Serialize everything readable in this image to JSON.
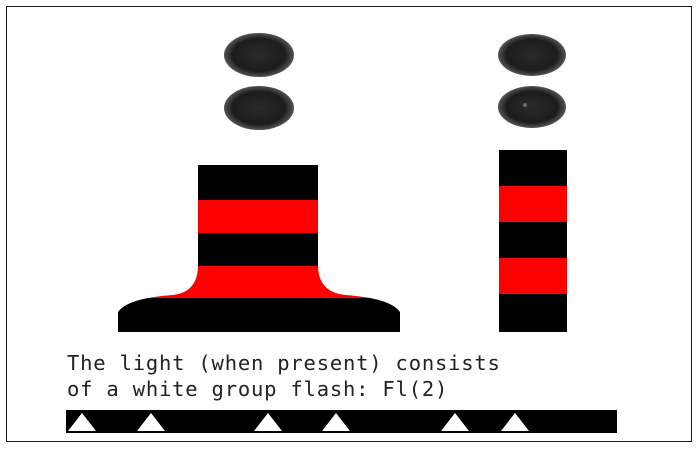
{
  "caption": {
    "line1": "The light (when present) consists",
    "line2": "of a white group flash: Fl(2)"
  },
  "colors": {
    "black": "#000000",
    "red": "#ff0000",
    "sphere": "#1e1e1e",
    "flash": "#ffffff"
  },
  "icons": {
    "topmark": "two-black-spheres",
    "flash": "white-triangle"
  },
  "light": {
    "character": "Fl(2)",
    "flashes_per_group": 2,
    "groups_shown": 3
  }
}
